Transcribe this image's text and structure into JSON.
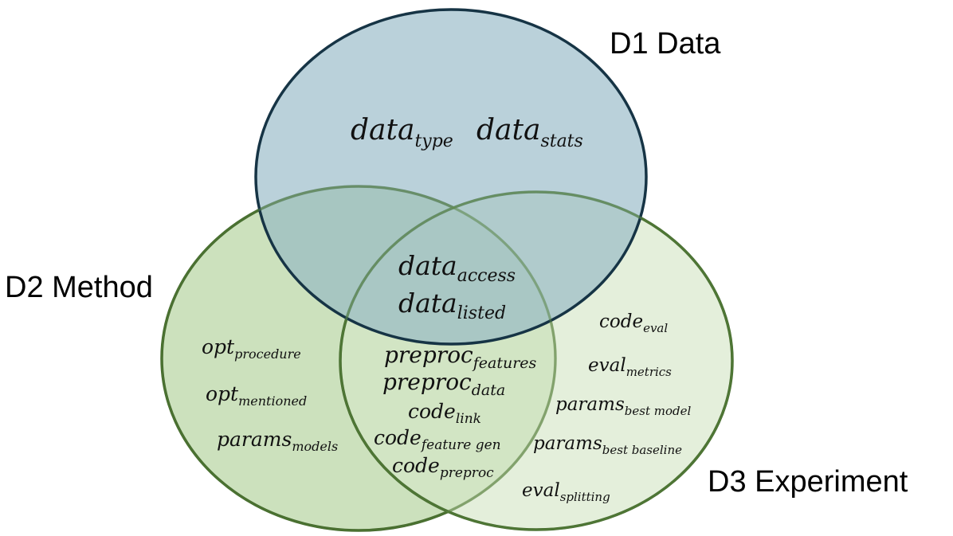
{
  "diagram": {
    "sets": [
      {
        "id": "d1",
        "label": "D1 Data",
        "fill": "#a9c7d1",
        "stroke": "#1b3a4a"
      },
      {
        "id": "d2",
        "label": "D2 Method",
        "fill": "#c3dcb2",
        "stroke": "#3a5e22"
      },
      {
        "id": "d3",
        "label": "D3 Experiment",
        "fill": "#dcebd2",
        "stroke": "#3a5e22"
      }
    ],
    "regions": {
      "d1_only": [
        {
          "base": "data",
          "sub": "type"
        },
        {
          "base": "data",
          "sub": "stats"
        }
      ],
      "d1_d2_d3": [
        {
          "base": "data",
          "sub": "access"
        },
        {
          "base": "data",
          "sub": "listed"
        }
      ],
      "d2_only": [
        {
          "base": "opt",
          "sub": "procedure"
        },
        {
          "base": "opt",
          "sub": "mentioned"
        },
        {
          "base": "params",
          "sub": "models"
        }
      ],
      "d2_d3": [
        {
          "base": "preproc",
          "sub": "features"
        },
        {
          "base": "preproc",
          "sub": "data"
        },
        {
          "base": "code",
          "sub": "link"
        },
        {
          "base": "code",
          "sub": "feature gen"
        },
        {
          "base": "code",
          "sub": "preproc"
        }
      ],
      "d3_only": [
        {
          "base": "code",
          "sub": "eval"
        },
        {
          "base": "eval",
          "sub": "metrics"
        },
        {
          "base": "params",
          "sub": "best model"
        },
        {
          "base": "params",
          "sub": "best baseline"
        },
        {
          "base": "eval",
          "sub": "splitting"
        }
      ]
    }
  }
}
